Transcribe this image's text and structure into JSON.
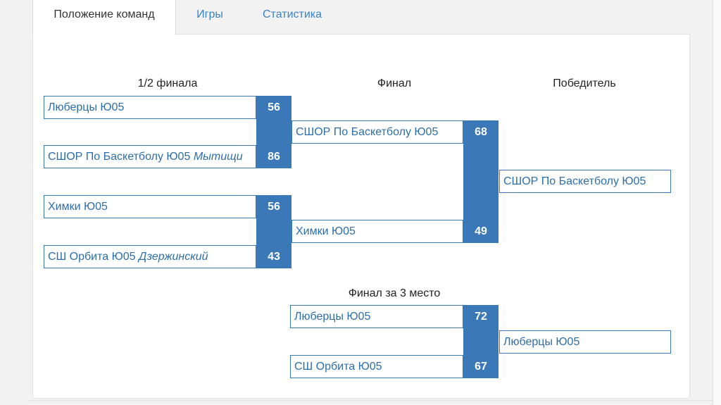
{
  "tabs": [
    {
      "label": "Положение команд",
      "active": true
    },
    {
      "label": "Игры",
      "active": false
    },
    {
      "label": "Статистика",
      "active": false
    }
  ],
  "columns": {
    "semifinal": "1/2 финала",
    "final": "Финал",
    "winner": "Победитель",
    "third_place": "Финал за 3 место"
  },
  "semifinals": [
    {
      "team1": {
        "name": "Люберцы Ю05",
        "city": "",
        "score": "56"
      },
      "team2": {
        "name": "СШОР По Баскетболу Ю05",
        "city": "Мытищи",
        "score": "86"
      }
    },
    {
      "team1": {
        "name": "Химки Ю05",
        "city": "",
        "score": "56"
      },
      "team2": {
        "name": "СШ Орбита Ю05",
        "city": "Дзержинский",
        "score": "43"
      }
    }
  ],
  "final": {
    "team1": {
      "name": "СШОР По Баскетболу Ю05",
      "score": "68"
    },
    "team2": {
      "name": "Химки Ю05",
      "score": "49"
    }
  },
  "winner": {
    "name": "СШОР По Баскетболу Ю05"
  },
  "third_place": {
    "team1": {
      "name": "Люберцы Ю05",
      "score": "72"
    },
    "team2": {
      "name": "СШ Орбита Ю05",
      "score": "67"
    },
    "winner": "Люберцы Ю05"
  },
  "colors": {
    "accent": "#3a78b8",
    "link": "#2d6eaa"
  }
}
